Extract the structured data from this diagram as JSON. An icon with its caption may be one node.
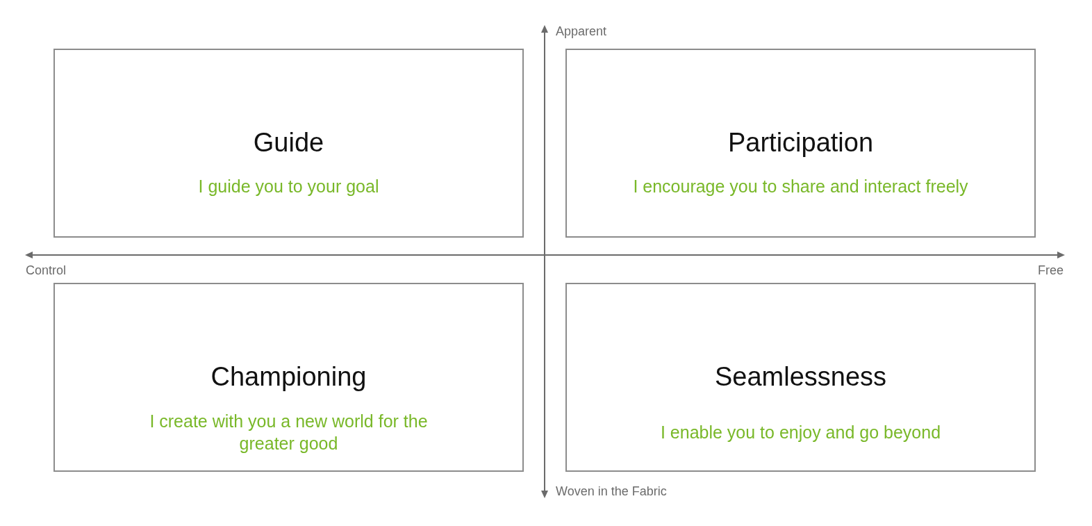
{
  "diagram": {
    "nodes": [
      {
        "text": [
          "Guide",
          "I guide you to your goal"
        ]
      },
      {
        "text": [
          "Participation",
          "I encourage you to share and interact freely"
        ]
      },
      {
        "text": [
          "Championing",
          "I create with you a new world for the greater good"
        ]
      },
      {
        "text": [
          "Seamlessness",
          "I enable you to enjoy and go beyond"
        ]
      }
    ],
    "labels": [
      "Apparent",
      "Control",
      "Free",
      "Woven in the Fabric"
    ]
  }
}
